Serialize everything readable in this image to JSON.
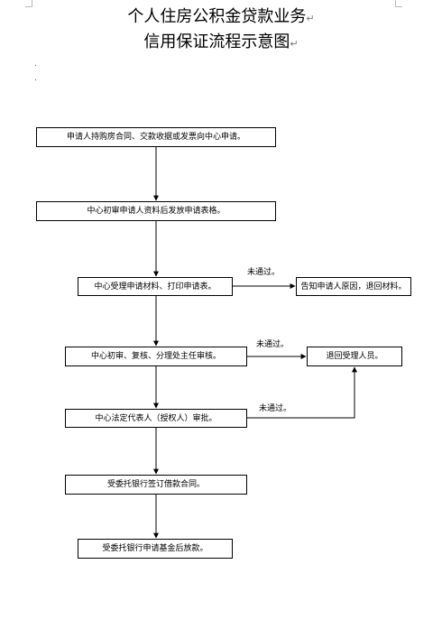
{
  "title": {
    "line1": "个人住房公积金贷款业务",
    "line2": "信用保证流程示意图",
    "paragraph_mark": "↵"
  },
  "markers": {
    "m1": ".",
    "m2": "."
  },
  "steps": [
    "申请人持购房合同、交款收据或发票向中心申请。",
    "中心初审申请人资料后发放申请表格。",
    "中心受理申请材料、打印申请表。",
    "中心初审、复核、分理处主任审核。",
    "中心法定代表人（授权人）审批。",
    "受委托银行签订借款合同。",
    "受委托银行申请基金后放款。"
  ],
  "side_boxes": [
    "告知申请人原因，退回材料。",
    "退回受理人员。"
  ],
  "edge_labels": [
    "未通过。",
    "未通过。",
    "未通过。"
  ]
}
